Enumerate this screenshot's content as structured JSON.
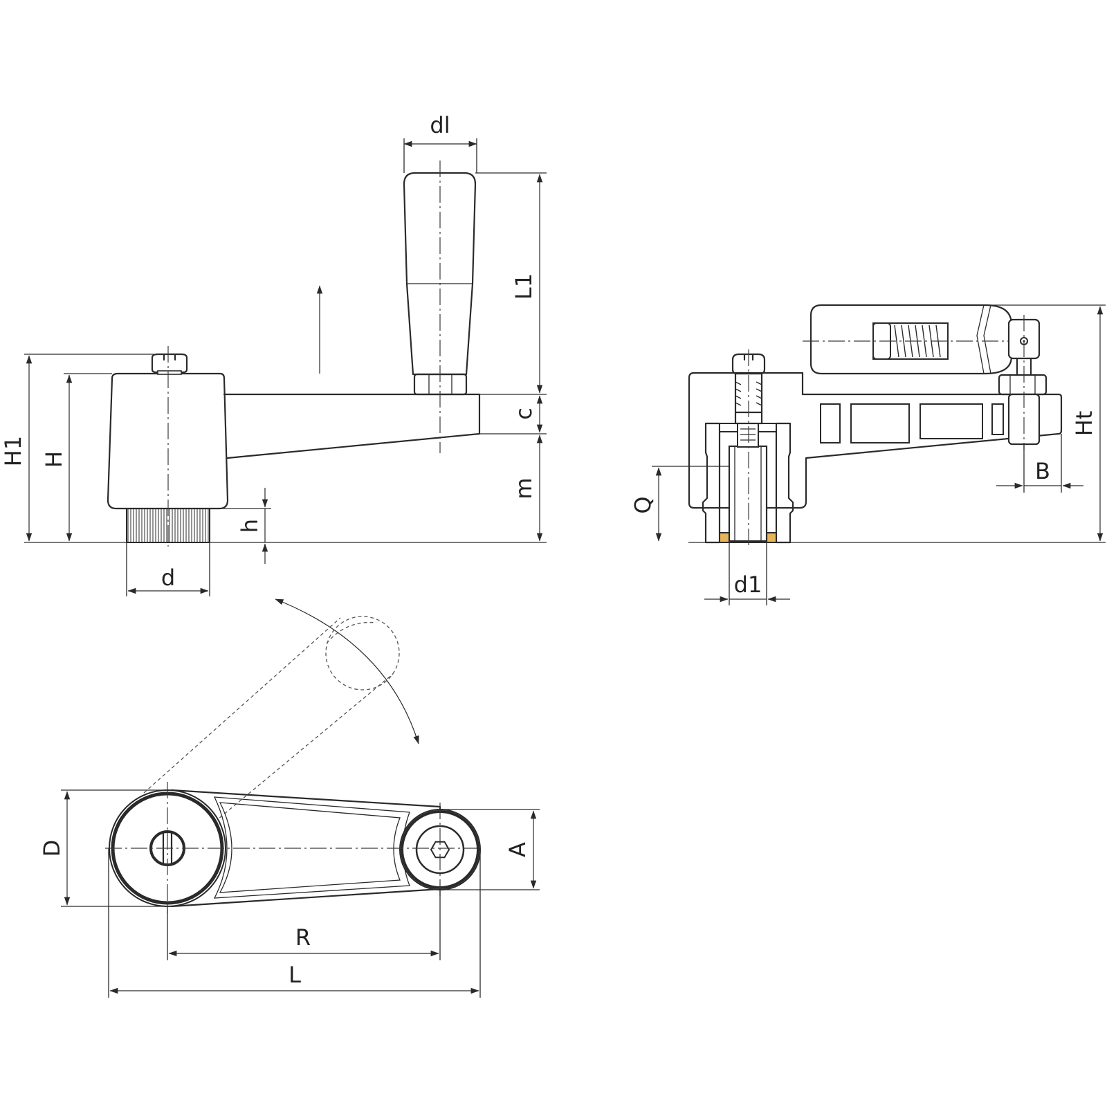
{
  "colors": {
    "line": "#2a2a2a",
    "body_fill": "#f6e6d0",
    "bush_fill": "#e6b45a",
    "paper": "#ffffff"
  },
  "labels": {
    "dl": "dl",
    "L1": "L1",
    "c": "c",
    "m": "m",
    "H1": "H1",
    "H": "H",
    "h": "h",
    "d": "d",
    "Ht": "Ht",
    "B": "B",
    "Q": "Q",
    "d1": "d1",
    "D": "D",
    "A": "A",
    "R": "R",
    "L": "L"
  }
}
